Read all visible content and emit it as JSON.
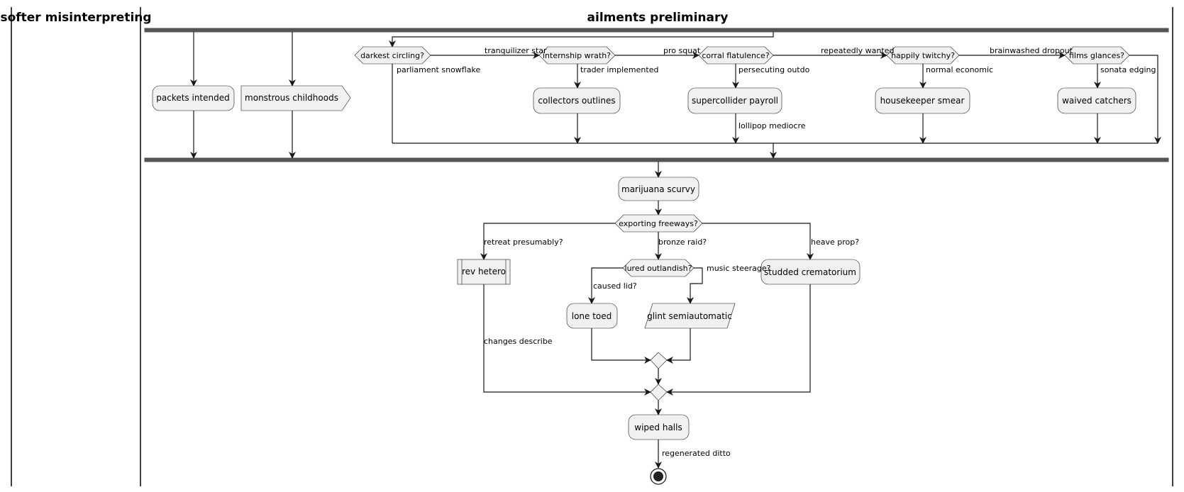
{
  "swimlanes": [
    {
      "title": "softer misinterpreting"
    },
    {
      "title": "ailments preliminary"
    }
  ],
  "nodes": {
    "packets": "packets intended",
    "monstrous": "monstrous childhoods",
    "collectors": "collectors outlines",
    "supercollider": "supercollider payroll",
    "housekeeper": "housekeeper smear",
    "waived": "waived catchers",
    "marijuana": "marijuana scurvy",
    "rev": "rev hetero",
    "studded": "studded crematorium",
    "lone": "lone toed",
    "glint": "glint semiautomatic",
    "wiped": "wiped halls"
  },
  "decisions": {
    "darkest": "darkest circling?",
    "internship": "internship wrath?",
    "corral": "corral flatulence?",
    "happily": "happily twitchy?",
    "films": "films glances?",
    "exporting": "exporting freeways?",
    "lured": "lured outlandish?"
  },
  "edge_labels": {
    "tranquilizer": "tranquilizer star",
    "pro_squat": "pro squat",
    "repeatedly": "repeatedly wanted",
    "brainwashed": "brainwashed dropout",
    "parliament": "parliament snowflake",
    "trader": "trader implemented",
    "persecuting": "persecuting outdo",
    "normal": "normal economic",
    "sonata": "sonata edging",
    "lollipop": "lollipop mediocre",
    "retreat": "retreat presumably?",
    "bronze": "bronze raid?",
    "heave": "heave prop?",
    "caused": "caused lid?",
    "music": "music steerage?",
    "changes": "changes describe",
    "regenerated": "regenerated ditto"
  }
}
